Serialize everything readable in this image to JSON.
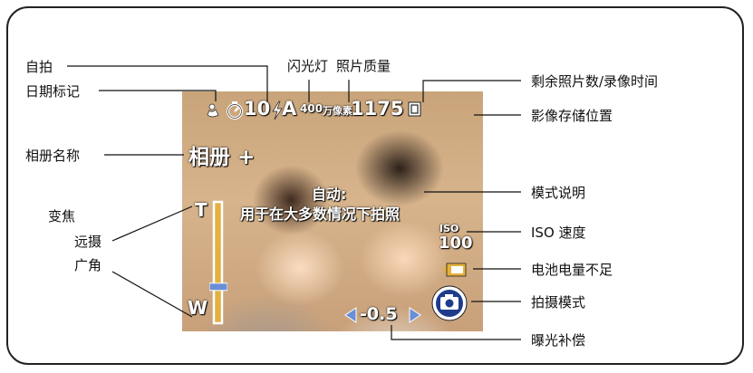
{
  "labels": {
    "self_timer": "自拍",
    "date_stamp": "日期标记",
    "flash": "闪光灯",
    "picture_quality": "照片质量",
    "pictures_remaining": "剩余照片数/录像时间",
    "image_storage": "影像存储位置",
    "album_name": "相册名称",
    "mode_description": "模式说明",
    "zoom": "变焦",
    "telephoto": "远摄",
    "wide_angle": "广角",
    "iso_speed": "ISO 速度",
    "battery_low": "电池电量不足",
    "capture_mode": "拍摄模式",
    "exposure_comp": "曝光补偿"
  },
  "screen": {
    "self_timer_value": "10",
    "flash_mode": "A",
    "quality_value": "400",
    "quality_unit": "万像素",
    "pictures_count": "1175",
    "album_name": "相册 +",
    "mode_title": "自动:",
    "mode_text": "用于在大多数情况下拍照",
    "zoom_t": "T",
    "zoom_w": "W",
    "iso_top": "ISO",
    "iso_value": "100",
    "exposure_value": "-0.5"
  },
  "zoom_level": 0.28
}
